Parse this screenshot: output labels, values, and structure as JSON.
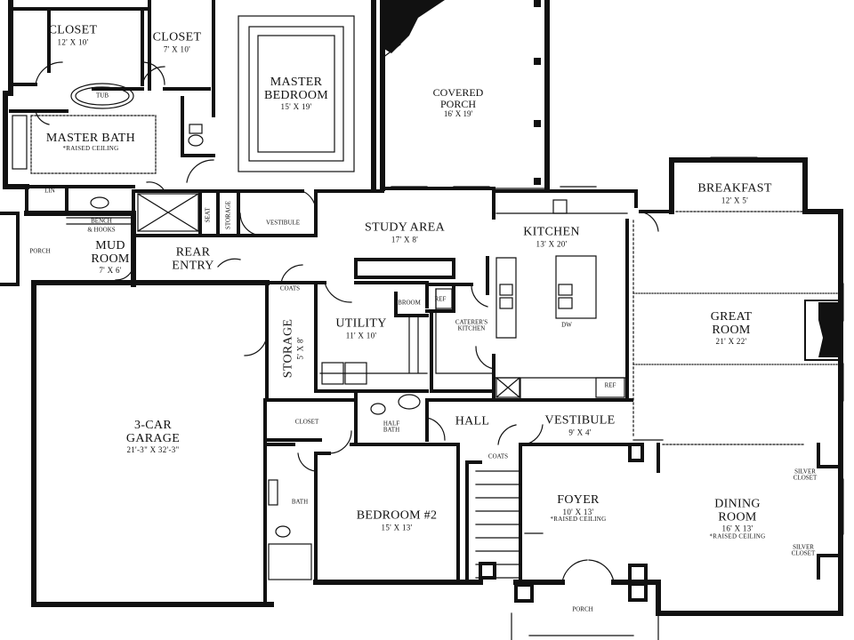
{
  "rooms": {
    "closet_left": {
      "name": "CLOSET",
      "dim": "12' x 10'"
    },
    "closet_right": {
      "name": "CLOSET",
      "dim": "7' x 10'"
    },
    "master_bedroom": {
      "name1": "MASTER",
      "name2": "BEDROOM",
      "dim": "15' x 19'"
    },
    "covered_porch": {
      "name1": "COVERED",
      "name2": "PORCH",
      "dim": "16' x 19'"
    },
    "tub": "TUB",
    "master_bath": {
      "name": "MASTER BATH",
      "note": "*RAISED CEILING"
    },
    "lin": "LIN",
    "seat": "SEAT",
    "storage_small": "STORAGE",
    "vestibule_rear": "VESTIBULE",
    "bench": "BENCH",
    "hooks": "& HOOKS",
    "porch_left": "PORCH",
    "mud_room": {
      "name1": "MUD",
      "name2": "ROOM",
      "dim": "7' x 6'"
    },
    "rear_entry": {
      "name1": "REAR",
      "name2": "ENTRY"
    },
    "study_area": {
      "name": "STUDY AREA",
      "dim": "17' x 8'"
    },
    "kitchen": {
      "name": "KITCHEN",
      "dim": "13' x 20'"
    },
    "breakfast": {
      "name": "BREAKFAST",
      "dim": "12' x 5'"
    },
    "coats_upper": "COATS",
    "broom": "BROOM",
    "ref_upper": "REF",
    "caterers_kitchen": {
      "name1": "CATERER'S",
      "name2": "KITCHEN"
    },
    "dw": "DW",
    "great_room": {
      "name1": "GREAT",
      "name2": "ROOM",
      "dim": "21' x 22'"
    },
    "storage": {
      "name": "STORAGE",
      "dim": "5' x 8'"
    },
    "utility": {
      "name": "UTILITY",
      "dim": "11' x 10'"
    },
    "ref_lower": "REF",
    "garage": {
      "name1": "3-CAR",
      "name2": "GARAGE",
      "dim": "21'-3\" x 32'-3\""
    },
    "closet_garage": "CLOSET",
    "half_bath": {
      "name1": "HALF",
      "name2": "BATH"
    },
    "hall": "HALL",
    "vestibule_front": {
      "name": "VESTIBULE",
      "dim": "9' x 4'"
    },
    "coats_lower": "COATS",
    "bath": "BATH",
    "bedroom2": {
      "name": "BEDROOM #2",
      "dim": "15' x 13'"
    },
    "foyer": {
      "name": "FOYER",
      "dim": "10' x 13'",
      "note": "*RAISED CEILING"
    },
    "dining_room": {
      "name1": "DINING",
      "name2": "ROOM",
      "dim": "16' x 13'",
      "note": "*RAISED CEILING"
    },
    "silver_closet_top": {
      "name1": "SILVER",
      "name2": "CLOSET"
    },
    "silver_closet_bottom": {
      "name1": "SILVER",
      "name2": "CLOSET"
    },
    "porch_front": "PORCH"
  },
  "colors": {
    "wall": "#111111",
    "background": "#ffffff"
  }
}
